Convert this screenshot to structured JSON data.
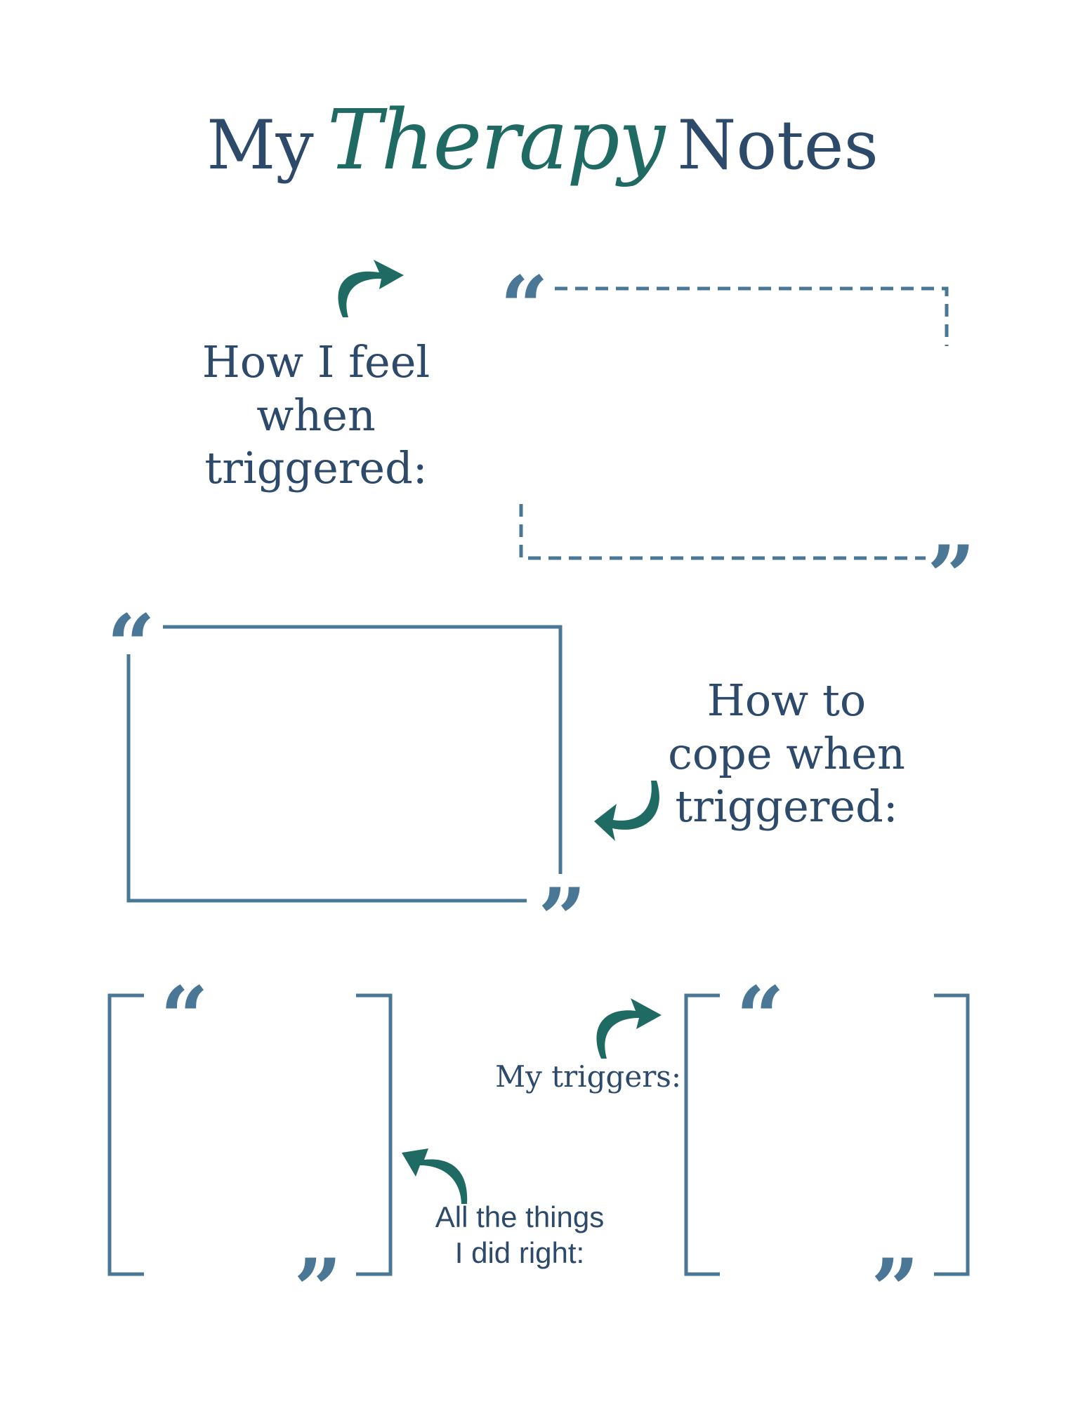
{
  "title": {
    "word1": "My",
    "word2": "Therapy",
    "word3": "Notes"
  },
  "sections": {
    "feel": {
      "line1": "How I feel",
      "line2": "when",
      "line3": "triggered:"
    },
    "cope": {
      "line1": "How to",
      "line2": "cope when",
      "line3": "triggered:"
    },
    "triggers": {
      "label": "My triggers:"
    },
    "right": {
      "line1": "All the things",
      "line2": "I did right:"
    }
  },
  "glyphs": {
    "open_quote": "“",
    "close_quote": "”"
  },
  "colors": {
    "navy": "#2d4a6b",
    "teal": "#1f6b64",
    "frame": "#4a7796"
  }
}
